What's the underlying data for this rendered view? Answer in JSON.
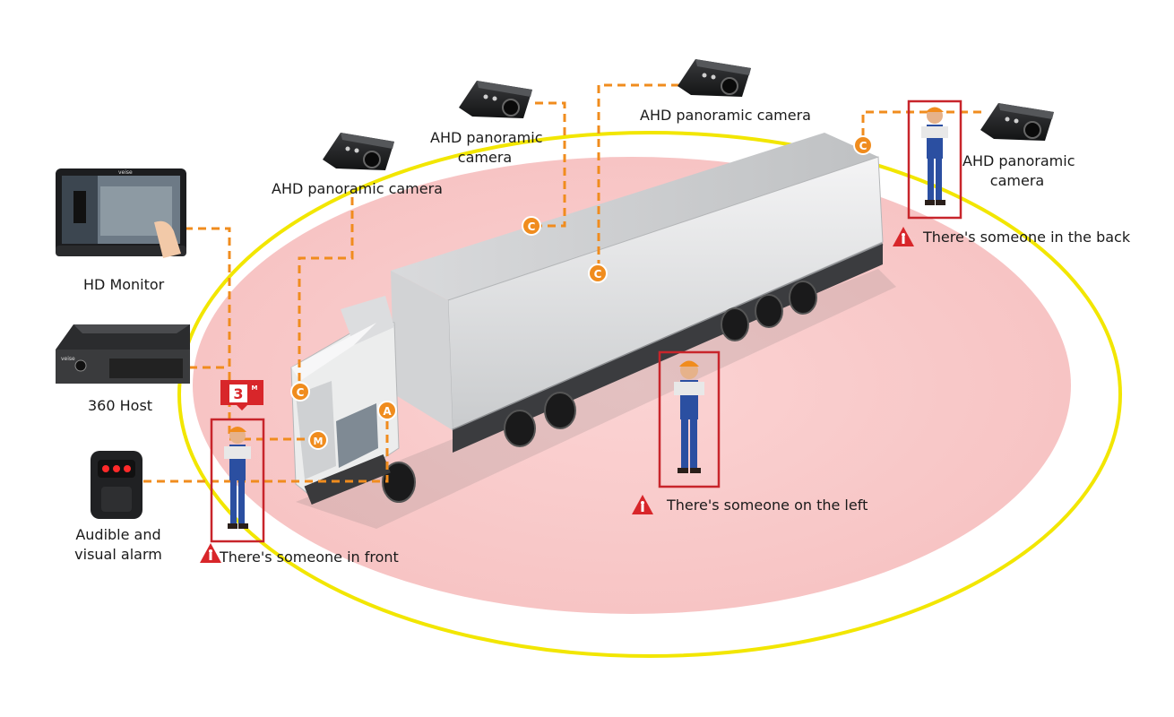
{
  "colors": {
    "zone_fill": "#f9c9c9",
    "ring": "#f2e600",
    "connector": "#f08c1e",
    "marker": "#f08c1e",
    "alert_red": "#d8262a",
    "truck_white": "#e8e9ea",
    "dark_device": "#1e1f21"
  },
  "devices": {
    "monitor_label": "HD Monitor",
    "host_label": "360 Host",
    "alarm_label_line1": "Audible and",
    "alarm_label_line2": "visual alarm",
    "monitor_brand": "veise",
    "host_brand": "veise"
  },
  "cameras": {
    "front": "AHD panoramic camera",
    "side1_line1": "AHD panoramic",
    "side1_line2": "camera",
    "side2": "AHD panoramic camera",
    "rear_line1": "AHD panoramic",
    "rear_line2": "camera"
  },
  "markers": {
    "camera": "C",
    "a": "A",
    "m": "M"
  },
  "alerts": {
    "front": "There's someone in front",
    "left": "There's someone on the left",
    "back": "There's someone in the back"
  },
  "distance_badge": {
    "value": "3",
    "unit": "M"
  }
}
